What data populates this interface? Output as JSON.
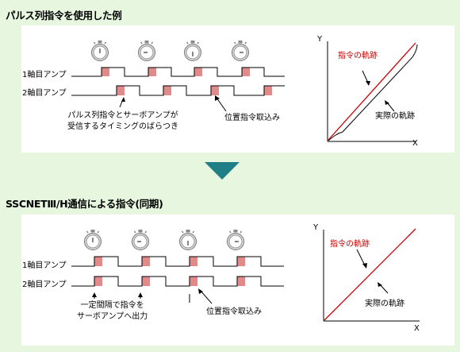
{
  "section1": {
    "title": "パルス列指令を使用した例",
    "axis1_label": "1軸目アンプ",
    "axis2_label": "2軸目アンプ",
    "note_left": [
      "パルス列指令とサーボアンプが",
      "受信するタイミングのばらつき"
    ],
    "note_right": "位置指令取込み",
    "graph": {
      "y_label": "Y",
      "x_label": "X",
      "command_label": "指令の軌跡",
      "actual_label": "実際の軌跡"
    }
  },
  "section2": {
    "title": "SSCNETⅢ/H通信による指令(同期)",
    "axis1_label": "1軸目アンプ",
    "axis2_label": "2軸目アンプ",
    "note_left": [
      "一定間隔で指令を",
      "サーボアンプへ出力"
    ],
    "note_right": "位置指令取込み",
    "graph": {
      "y_label": "Y",
      "x_label": "X",
      "command_label": "指令の軌跡",
      "actual_label": "実際の軌跡"
    }
  },
  "colors": {
    "background": "#e6f6df",
    "panel": "#ffffff",
    "pulse_fill": "#e08a8a",
    "arrow": "#1f7e86",
    "command_trajectory": "#cc0000"
  },
  "icons": [
    "stopwatch-icon",
    "down-triangle-arrow-icon"
  ]
}
